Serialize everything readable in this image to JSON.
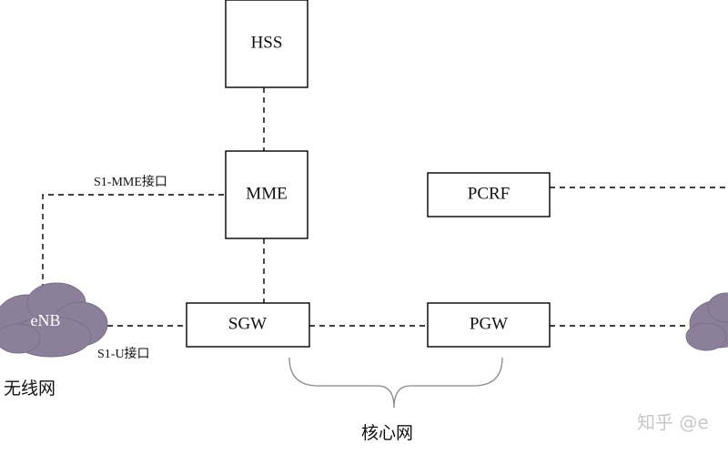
{
  "nodes": {
    "hss": "HSS",
    "mme": "MME",
    "pcrf": "PCRF",
    "sgw": "SGW",
    "pgw": "PGW",
    "enb": "eNB"
  },
  "interfaces": {
    "s1_mme": "S1-MME接口",
    "s1_u": "S1-U接口"
  },
  "captions": {
    "radio_network": "无线网",
    "core_network": "核心网"
  },
  "watermark": "知乎 @e",
  "colors": {
    "cloud": "#8c7f99",
    "brace": "#888888",
    "watermark": "#c8c8c8"
  }
}
